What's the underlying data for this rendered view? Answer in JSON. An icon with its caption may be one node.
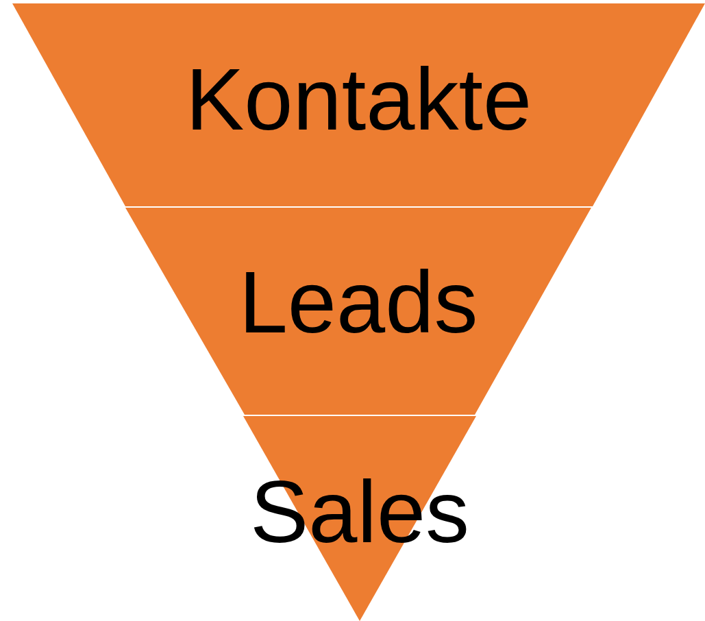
{
  "diagram": {
    "nodes": [
      {
        "text": [
          "Kontakte"
        ]
      },
      {
        "text": [
          "Leads"
        ]
      },
      {
        "text": [
          "Sales"
        ]
      }
    ]
  }
}
